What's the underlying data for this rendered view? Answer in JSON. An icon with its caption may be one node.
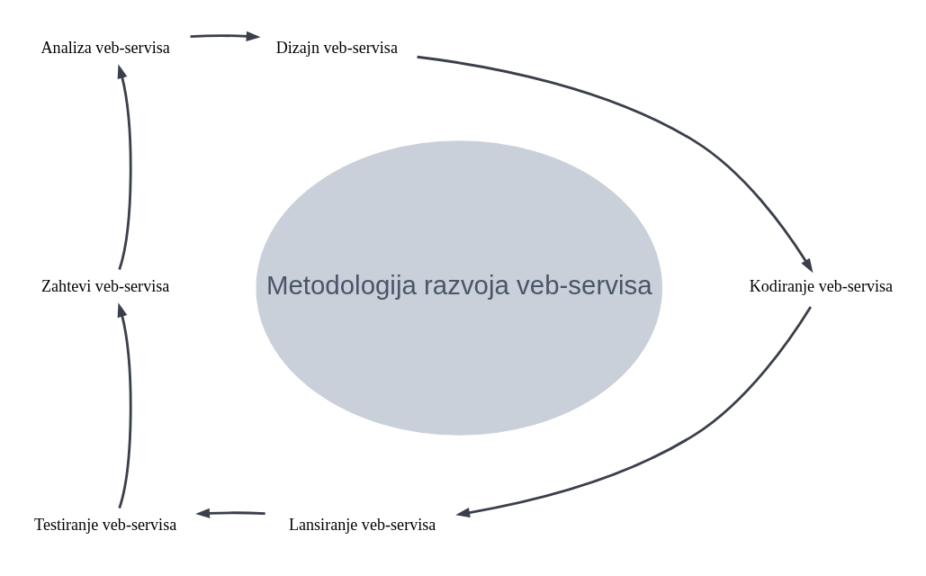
{
  "diagram": {
    "nodes": [
      {
        "text": [
          "Metodologija razvoja veb-servisa"
        ]
      },
      {
        "text": [
          "Analiza veb-servisa"
        ]
      },
      {
        "text": [
          "Dizajn veb-servisa"
        ]
      },
      {
        "text": [
          "Kodiranje veb-servisa"
        ]
      },
      {
        "text": [
          "Lansiranje veb-servisa"
        ]
      },
      {
        "text": [
          "Testiranje veb-servisa"
        ]
      },
      {
        "text": [
          "Zahtevi veb-servisa"
        ]
      }
    ],
    "edges": [
      {
        "from": 1,
        "to": 2,
        "arrow": "to"
      },
      {
        "from": 2,
        "to": 3,
        "arrow": "to"
      },
      {
        "from": 3,
        "to": 4,
        "arrow": "to"
      },
      {
        "from": 4,
        "to": 5,
        "arrow": "to"
      },
      {
        "from": 5,
        "to": 6,
        "arrow": "to"
      },
      {
        "from": 6,
        "to": 1,
        "arrow": "to"
      }
    ]
  }
}
